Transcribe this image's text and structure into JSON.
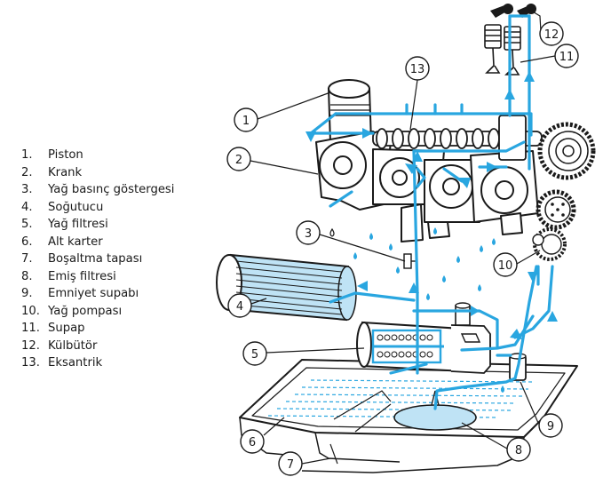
{
  "legend": [
    {
      "num": "1.",
      "label": "Piston"
    },
    {
      "num": "2.",
      "label": "Krank"
    },
    {
      "num": "3.",
      "label": "Yağ basınç göstergesi"
    },
    {
      "num": "4.",
      "label": "Soğutucu"
    },
    {
      "num": "5.",
      "label": "Yağ filtresi"
    },
    {
      "num": "6.",
      "label": "Alt karter"
    },
    {
      "num": "7.",
      "label": "Boşaltma tapası"
    },
    {
      "num": "8.",
      "label": "Emiş filtresi"
    },
    {
      "num": "9.",
      "label": "Emniyet supabı"
    },
    {
      "num": "10.",
      "label": "Yağ pompası"
    },
    {
      "num": "11.",
      "label": "Supap"
    },
    {
      "num": "12.",
      "label": "Külbütör"
    },
    {
      "num": "13.",
      "label": "Eksantrik"
    }
  ],
  "callouts": {
    "c1": "1",
    "c2": "2",
    "c3": "3",
    "c4": "4",
    "c5": "5",
    "c6": "6",
    "c7": "7",
    "c8": "8",
    "c9": "9",
    "c10": "10",
    "c11": "11",
    "c12": "12",
    "c13": "13"
  },
  "colors": {
    "oil": "#29a6e0",
    "outline": "#1a1a1a",
    "light_blue": "#bfe3f5"
  }
}
